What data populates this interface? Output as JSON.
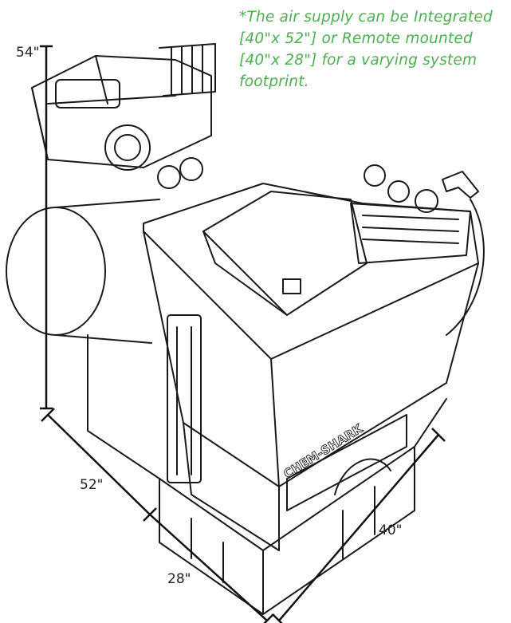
{
  "note": {
    "lines": [
      "*The air supply can be Integrated",
      "[40\"x 52\"] or Remote mounted",
      "[40\"x 28\"] for a varying system",
      "footprint."
    ],
    "color": "#4caf50"
  },
  "dimensions": {
    "height": "54\"",
    "length_full": "52\"",
    "length_remote": "28\"",
    "width": "40\""
  },
  "machine_label": "CHEM-SHARK",
  "icons": [
    "engine-icon",
    "pressure-gauge-icon",
    "spray-gun-icon",
    "control-panel-icon"
  ]
}
